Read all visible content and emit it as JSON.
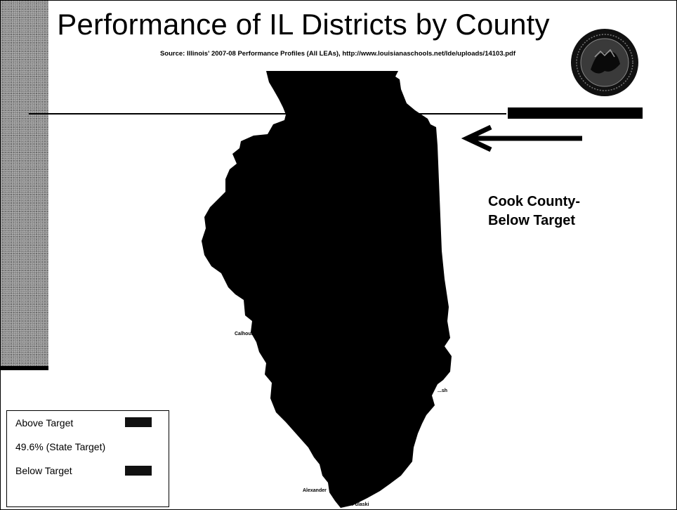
{
  "slide": {
    "title": "Performance of IL Districts by County",
    "source": "Source: Illinois' 2007-08 Performance Profiles (All LEAs), http://www.louisianaschools.net/lde/uploads/14103.pdf"
  },
  "callout": {
    "line1": "Cook County-",
    "line2": "Below Target"
  },
  "map": {
    "fill_color": "#000000",
    "county_labels": [
      "Calhoun",
      "Alexander",
      "Pulaski",
      "...sh"
    ]
  },
  "legend": {
    "above_label": "Above Target",
    "target_label": "49.6% (State Target)",
    "below_label": "Below Target",
    "above_color": "#111111",
    "below_color": "#111111"
  },
  "icons": {
    "seal": "state-seal-icon",
    "arrow": "left-arrow-icon"
  }
}
